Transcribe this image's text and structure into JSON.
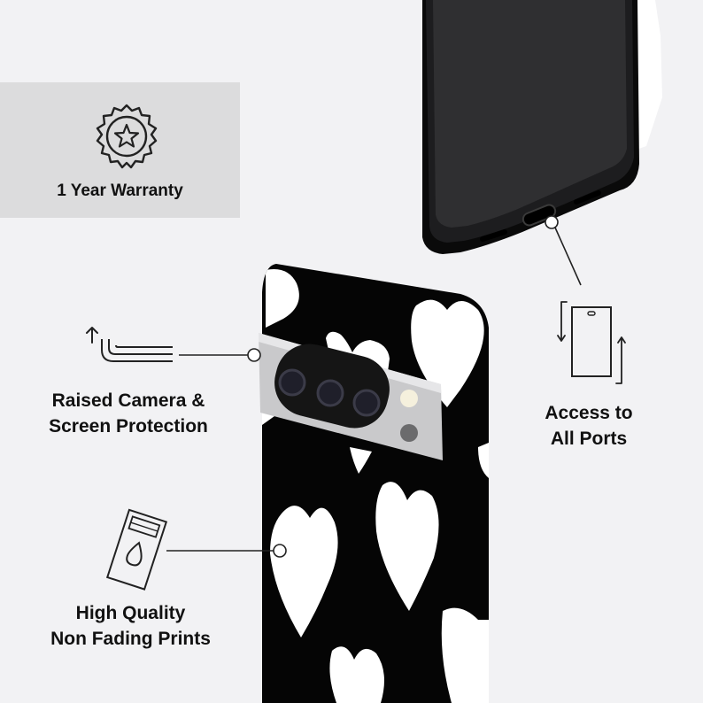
{
  "warranty": {
    "label": "1 Year Warranty",
    "icon": "star-badge-icon"
  },
  "features": [
    {
      "label_line1": "Raised Camera &",
      "label_line2": "Screen Protection",
      "icon": "raised-edge-icon"
    },
    {
      "label_line1": "Access to",
      "label_line2": "All Ports",
      "icon": "rotate-phone-icon"
    },
    {
      "label_line1": "High Quality",
      "label_line2": "Non Fading Prints",
      "icon": "print-cartridge-icon"
    }
  ],
  "colors": {
    "background": "#f2f2f4",
    "case_black": "#050505",
    "heart_white": "#ffffff",
    "camera_silver": "#c9c9cb"
  }
}
